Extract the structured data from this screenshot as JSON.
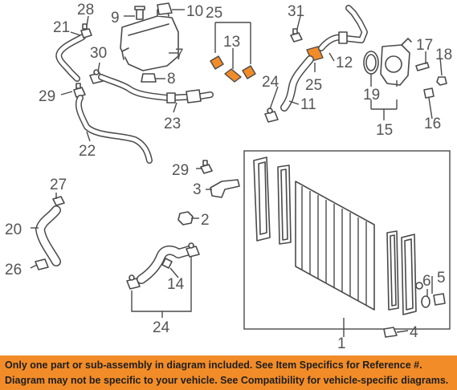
{
  "diagram": {
    "callouts": {
      "c1": "1",
      "c2": "2",
      "c3": "3",
      "c4": "4",
      "c5": "5",
      "c6": "6",
      "c7": "7",
      "c8": "8",
      "c9": "9",
      "c10": "10",
      "c11": "11",
      "c12": "12",
      "c13": "13",
      "c14": "14",
      "c15": "15",
      "c16": "16",
      "c17": "17",
      "c18": "18",
      "c19": "19",
      "c20": "20",
      "c21": "21",
      "c22": "22",
      "c23": "23",
      "c24a": "24",
      "c24b": "24",
      "c25a": "25",
      "c25b": "25",
      "c26": "26",
      "c27": "27",
      "c28": "28",
      "c29a": "29",
      "c29b": "29",
      "c30": "30",
      "c31": "31"
    },
    "highlight_color": "#f28c28",
    "line_color": "#4a4a4a"
  },
  "notice": {
    "line1": "Only one part or sub-assembly in diagram included. See Item Specifics for Reference #.",
    "line2": "Diagram may not be specific to your vehicle. See Compatibility for vehicle-specific diagrams.",
    "background": "#f28c28"
  }
}
